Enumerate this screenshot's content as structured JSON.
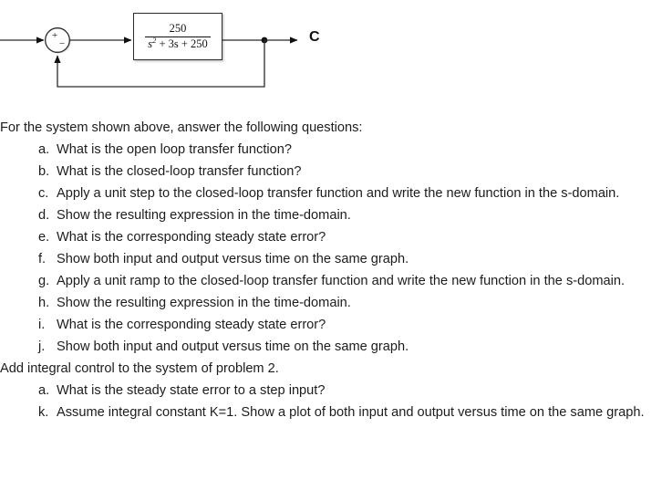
{
  "diagram": {
    "name": "closed-loop-control-block-diagram",
    "summing_junction": {
      "positive_sign": "+",
      "negative_sign": "−"
    },
    "transfer_function_block": {
      "numerator": "250",
      "denominator_prefix": "s",
      "denominator_exponent": "2",
      "denominator_rest": " + 3s + 250"
    },
    "output_label": "C"
  },
  "document": {
    "intro": "For the system shown above, answer the following questions:",
    "questions": [
      {
        "marker": "a.",
        "text": "What is the open loop transfer function?"
      },
      {
        "marker": "b.",
        "text": "What is the closed-loop transfer function?"
      },
      {
        "marker": "c.",
        "text": "Apply a unit step to the closed-loop transfer function and write the new function in the s-domain."
      },
      {
        "marker": "d.",
        "text": "Show the resulting expression in the time-domain."
      },
      {
        "marker": "e.",
        "text": "What is the corresponding steady state error?"
      },
      {
        "marker": "f.",
        "text": "Show both input and output versus time on the same graph."
      },
      {
        "marker": "g.",
        "text": "Apply a unit ramp to the closed-loop transfer function and write the new function in the s-domain."
      },
      {
        "marker": "h.",
        "text": "Show the resulting expression in the time-domain."
      },
      {
        "marker": "i.",
        "text": "What is the corresponding steady state error?"
      },
      {
        "marker": "j.",
        "text": "Show both input and output versus time on the same graph."
      }
    ],
    "section_two_head": "Add integral control to the system of problem 2.",
    "section_two_questions": [
      {
        "marker": "a.",
        "text": "What is the steady state error to a step input?"
      },
      {
        "marker": "k.",
        "text": "Assume integral constant K=1. Show a plot of both input and output versus time on the same graph."
      }
    ]
  },
  "colors": {
    "background": "#ffffff",
    "text": "#1c1c1c",
    "diagram_line": "#2b2b2b"
  }
}
